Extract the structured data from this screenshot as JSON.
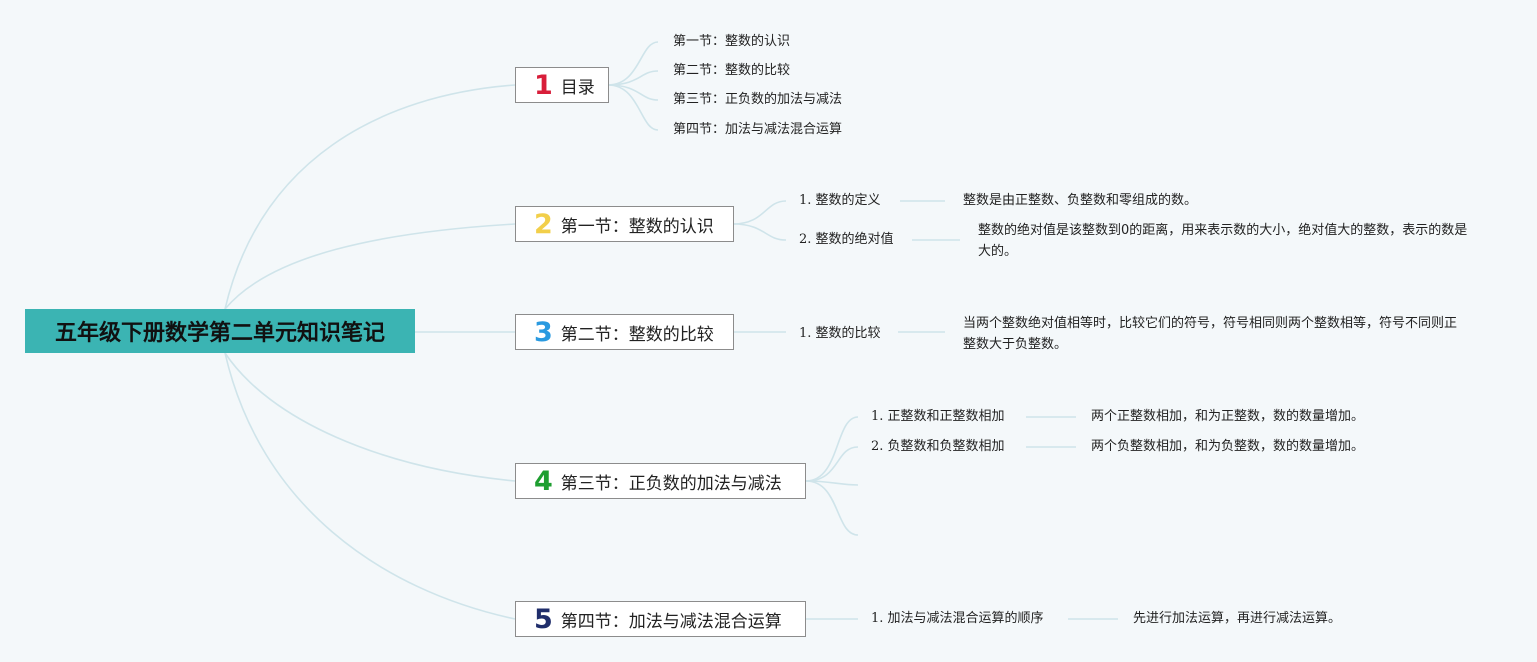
{
  "root": {
    "title": "五年级下册数学第二单元知识笔记"
  },
  "branches": [
    {
      "number": "1",
      "title": "目录",
      "color": "#d81e3a",
      "items": [
        "第一节：整数的认识",
        "第二节：整数的比较",
        "第三节：正负数的加法与减法",
        "第四节：加法与减法混合运算"
      ]
    },
    {
      "number": "2",
      "title": "第一节：整数的认识",
      "color": "#f2cf4a",
      "subtopics": [
        {
          "label": "1. 整数的定义",
          "detail": "整数是由正整数、负整数和零组成的数。"
        },
        {
          "label": "2. 整数的绝对值",
          "detail": "整数的绝对值是该整数到0的距离，用来表示数的大小，绝对值大的整数，表示的数是大的。"
        }
      ]
    },
    {
      "number": "3",
      "title": "第二节：整数的比较",
      "color": "#2a9ae0",
      "subtopics": [
        {
          "label": "1. 整数的比较",
          "detail": "当两个整数绝对值相等时，比较它们的符号，符号相同则两个整数相等，符号不同则正整数大于负整数。"
        }
      ]
    },
    {
      "number": "4",
      "title": "第三节：正负数的加法与减法",
      "color": "#1e9e30",
      "subtopics": [
        {
          "label": "1. 正整数和正整数相加",
          "detail": "两个正整数相加，和为正整数，数的数量增加。"
        },
        {
          "label": "2. 负整数和负整数相加",
          "detail": "两个负整数相加，和为负整数，数的数量增加。"
        }
      ]
    },
    {
      "number": "5",
      "title": "第四节：加法与减法混合运算",
      "color": "#1f2d6b",
      "subtopics": [
        {
          "label": "1. 加法与减法混合运算的顺序",
          "detail": "先进行加法运算，再进行减法运算。"
        }
      ]
    }
  ]
}
